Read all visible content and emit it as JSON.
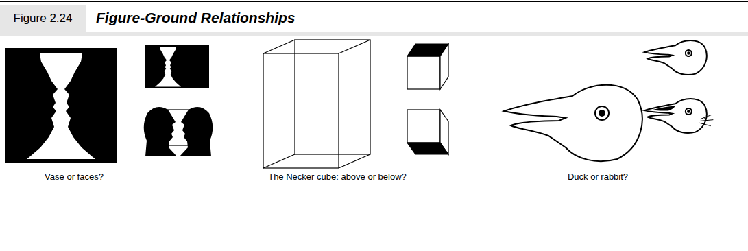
{
  "diagram": {
    "title": "Figure-Ground Relationships",
    "nodes": [
      {
        "text": [
          "Figure 2.24"
        ]
      }
    ],
    "labels": [
      "Vase or faces?",
      "The Necker cube: above or below?",
      "Duck or rabbit?"
    ]
  }
}
